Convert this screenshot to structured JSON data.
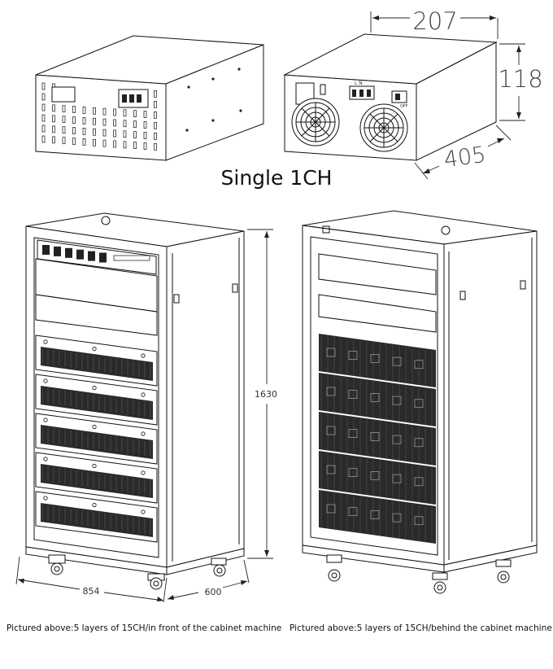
{
  "title": "Single 1CH",
  "dimensions": {
    "unit_width": "207",
    "unit_height": "118",
    "unit_depth": "405",
    "cabinet_height": "1630",
    "cabinet_width": "854",
    "cabinet_depth": "600"
  },
  "captions": {
    "front": "Pictured above:5 layers of 15CH/in front of the cabinet machine",
    "back": "Pictured above:5 layers of 15CH/behind the cabinet machine"
  },
  "unit_labels": {
    "terminal": "L N",
    "switch": "OFF"
  }
}
